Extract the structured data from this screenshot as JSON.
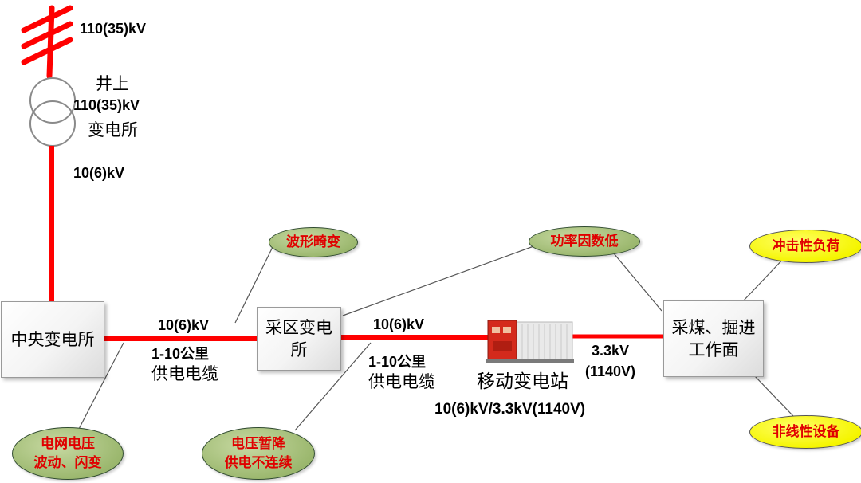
{
  "top_line": {
    "voltage": "110(35)kV"
  },
  "well_substation": {
    "line1": "井上",
    "line2": "110(35)kV",
    "line3": "变电所"
  },
  "feeder_voltage": "10(6)kV",
  "central_substation": {
    "label": "中央变电所"
  },
  "cable1": {
    "voltage": "10(6)kV",
    "length": "1-10公里",
    "type": "供电电缆"
  },
  "mining_substation": {
    "label": "采区变电\n所"
  },
  "cable2": {
    "voltage": "10(6)kV",
    "length": "1-10公里",
    "type": "供电电缆"
  },
  "mobile_station": {
    "label": "移动变电站",
    "rating": "10(6)kV/3.3kV(1140V)"
  },
  "output": {
    "voltage": "3.3kV",
    "alt": "(1140V)"
  },
  "working_face": {
    "label": "采煤、掘进\n工作面"
  },
  "issues": {
    "waveform": "波形畸变",
    "power_factor": "功率因数低",
    "impact_load": "冲击性负荷",
    "nonlinear": "非线性设备",
    "grid_fluctuation": "电网电压\n波动、闪变",
    "voltage_sag": "电压暂降\n供电不连续"
  },
  "colors": {
    "line": "#ff0000",
    "ellipse_green": "#9cb86f",
    "ellipse_yellow": "#f5f500",
    "issue_text": "#e00000"
  },
  "icons": {
    "transformer": "transformer-symbol-icon",
    "mobile": "mobile-substation-icon",
    "line_ticks": "transmission-line-icon"
  }
}
